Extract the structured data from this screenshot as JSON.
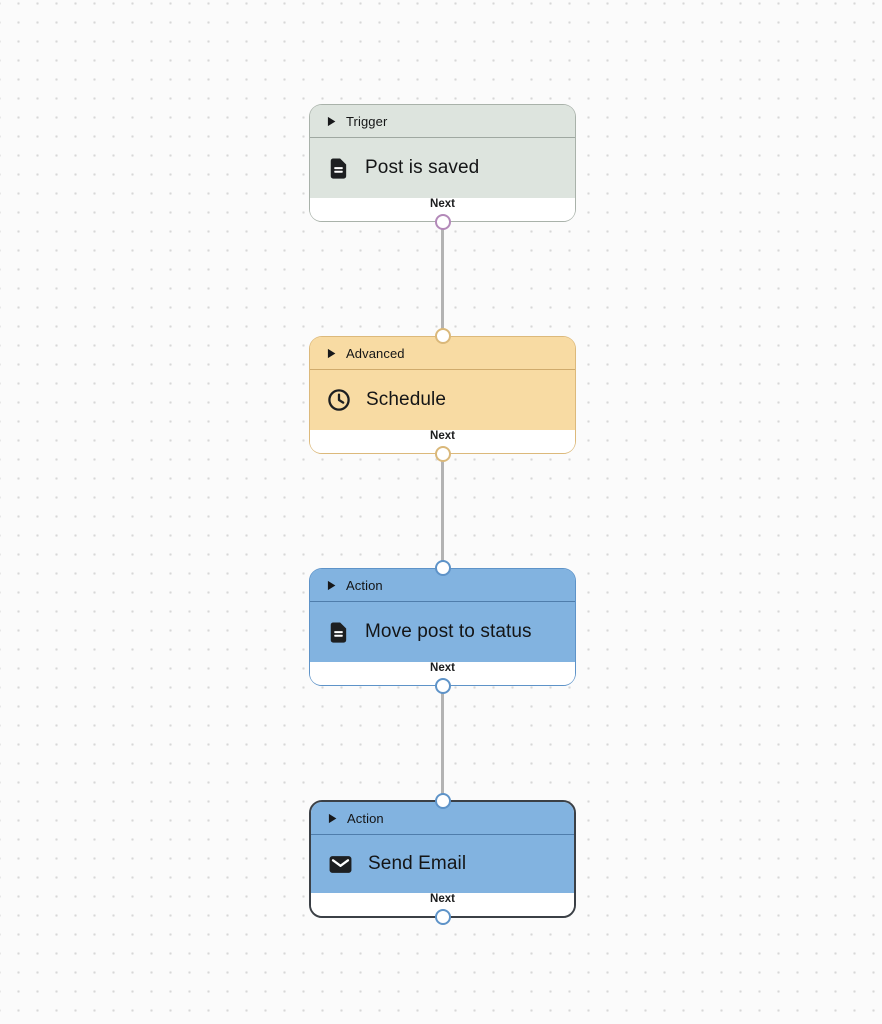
{
  "canvas": {
    "background_color": "#fbfbfb",
    "dot_color": "#d7d7d7",
    "connector_color": "#b3b3b3"
  },
  "nodes": [
    {
      "category": "Trigger",
      "title": "Post is saved",
      "icon": "document-icon",
      "next_label": "Next",
      "selected": false,
      "colors": {
        "fill": "#dde4de",
        "border": "#a9b2aa",
        "divider": "#9fa8a1",
        "port_out": "#b389b9"
      }
    },
    {
      "category": "Advanced",
      "title": "Schedule",
      "icon": "clock-icon",
      "next_label": "Next",
      "selected": false,
      "colors": {
        "fill": "#f8dba3",
        "border": "#dcb97b",
        "divider": "#d0ab6c",
        "port_in": "#dab87a",
        "port_out": "#dab87a"
      }
    },
    {
      "category": "Action",
      "title": "Move post to status",
      "icon": "document-icon",
      "next_label": "Next",
      "selected": false,
      "colors": {
        "fill": "#82b3e0",
        "border": "#5e93c8",
        "divider": "#4f7dab",
        "port_in": "#5e93c8",
        "port_out": "#5e93c8"
      }
    },
    {
      "category": "Action",
      "title": "Send Email",
      "icon": "mail-icon",
      "next_label": "Next",
      "selected": true,
      "colors": {
        "fill": "#82b3e0",
        "border": "#3b4046",
        "divider": "#4f7dab",
        "port_in": "#5e93c8",
        "port_out": "#5e93c8"
      }
    }
  ]
}
